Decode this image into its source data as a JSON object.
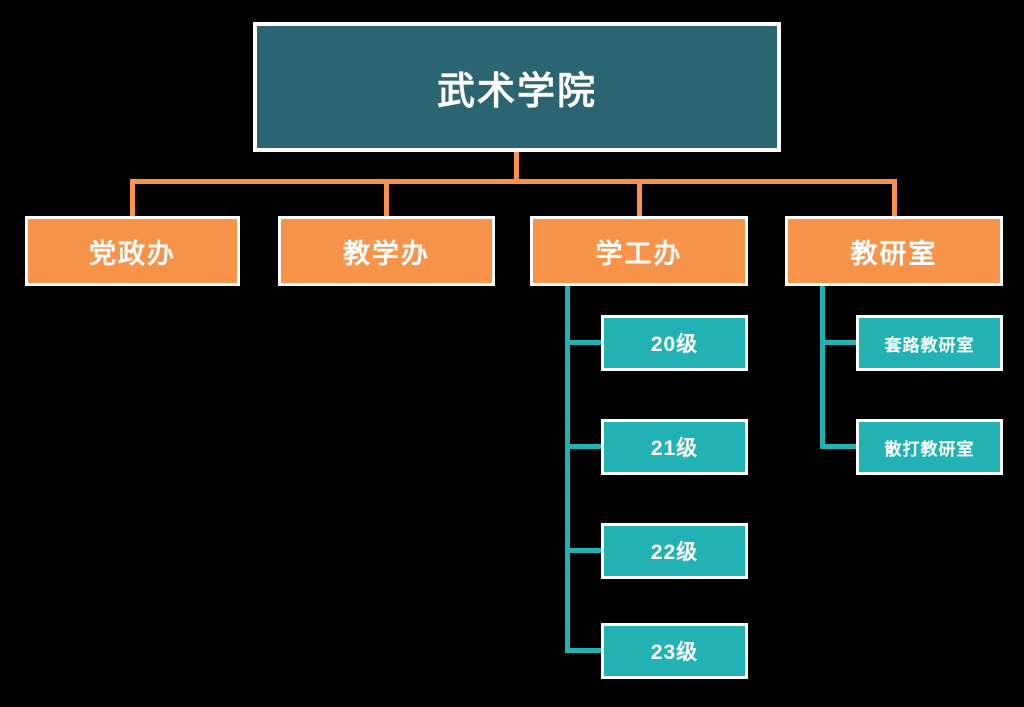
{
  "colors": {
    "bg": "#000000",
    "root_fill": "#2B6571",
    "dept_fill": "#F79449",
    "child_fill": "#22B2B4",
    "line_orange": "#F79449",
    "line_teal": "#22B2B4",
    "node_border": "#FFFFFF",
    "text": "#FFFFFF"
  },
  "org": {
    "root": {
      "label": "武术学院"
    },
    "departments": [
      {
        "label": "党政办"
      },
      {
        "label": "教学办"
      },
      {
        "label": "学工办"
      },
      {
        "label": "教研室"
      }
    ],
    "student_groups": [
      {
        "label": "20级"
      },
      {
        "label": "21级"
      },
      {
        "label": "22级"
      },
      {
        "label": "23级"
      }
    ],
    "teaching_offices": [
      {
        "label": "套路教研室"
      },
      {
        "label": "散打教研室"
      }
    ]
  }
}
